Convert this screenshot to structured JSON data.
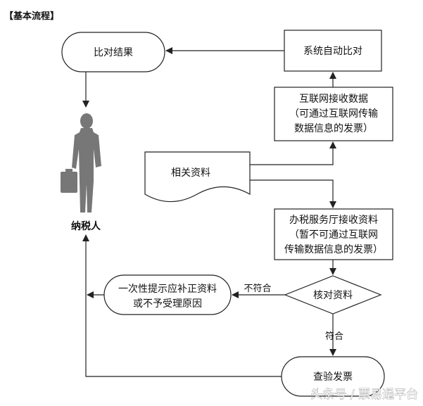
{
  "section_title": "【基本流程】",
  "nodes": {
    "result": "比对结果",
    "system_compare": "系统自动比对",
    "internet_receive": [
      "互联网接收数据",
      "（可通过互联网传输",
      "数据信息的发票）"
    ],
    "documents": "相关资料",
    "hall_receive": [
      "办税服务厅接收资料",
      "（暂不可通过互联网",
      "传输数据信息的发票）"
    ],
    "check": "核对资料",
    "notice": [
      "一次性提示应补正资料",
      "或不予受理原因"
    ],
    "inspect": "查验发票",
    "taxpayer": "纳税人"
  },
  "edges": {
    "no_match": "不符合",
    "match": "符合"
  },
  "watermark": "头条号 / 票易通平台"
}
